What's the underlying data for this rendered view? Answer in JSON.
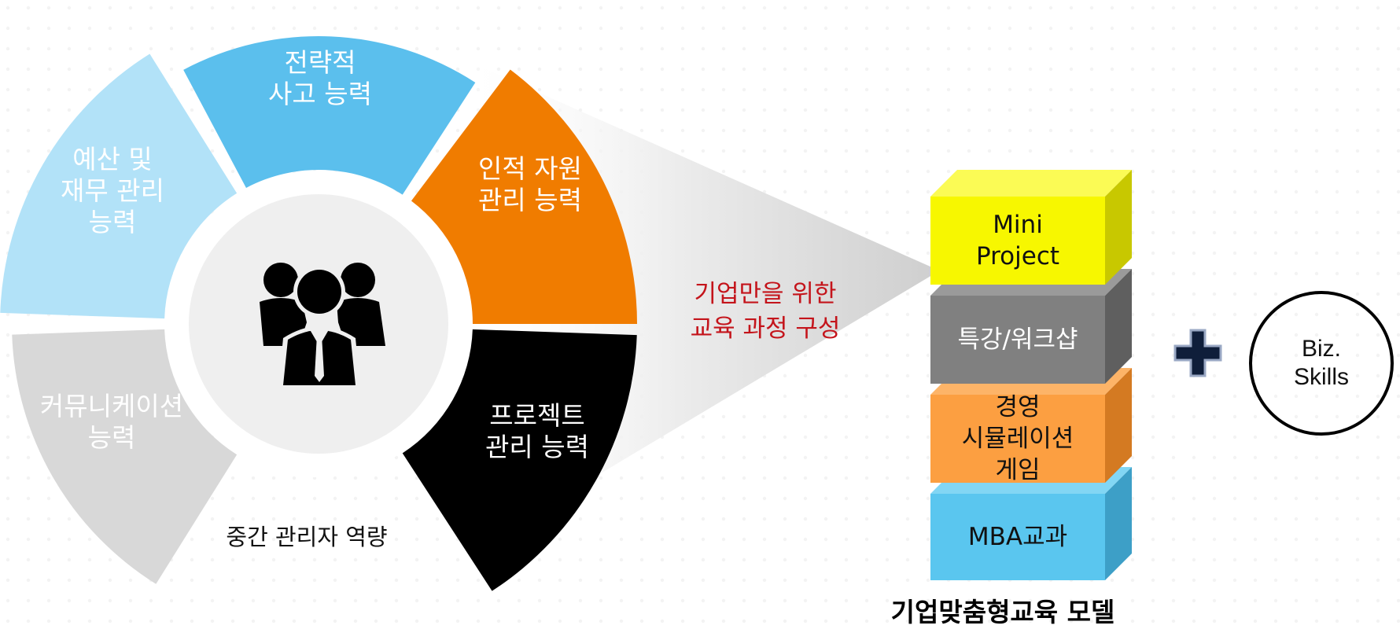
{
  "wheel": {
    "segments": [
      {
        "id": "strategic",
        "lines": [
          "전략적",
          "사고 능력"
        ],
        "color": "#5bbfed",
        "text_color": "#ffffff"
      },
      {
        "id": "hr",
        "lines": [
          "인적 자원",
          "관리 능력"
        ],
        "color": "#f07c00",
        "text_color": "#ffffff"
      },
      {
        "id": "project",
        "lines": [
          "프로젝트",
          "관리 능력"
        ],
        "color": "#000000",
        "text_color": "#ffffff"
      },
      {
        "id": "communication",
        "lines": [
          "커뮤니케이션",
          "능력"
        ],
        "color": "#d8d8d8",
        "text_color": "#ffffff"
      },
      {
        "id": "budget",
        "lines": [
          "예산 및",
          "재무 관리",
          "능력"
        ],
        "color": "#b2e2f8",
        "text_color": "#ffffff"
      }
    ],
    "center_icon": "business-people-icon",
    "caption": "중간 관리자 역량"
  },
  "middle_caption": [
    "기업만을 위한",
    "교육 과정 구성"
  ],
  "stack": {
    "blocks": [
      {
        "id": "mini-project",
        "lines": [
          "Mini",
          "Project"
        ],
        "front": "#f7f700",
        "side": "#c8c800",
        "top": "#fbfb55",
        "text_color": "#111111"
      },
      {
        "id": "workshop",
        "lines": [
          "특강/워크샵"
        ],
        "front": "#808080",
        "side": "#5f5f5f",
        "top": "#9a9a9a",
        "text_color": "#ffffff"
      },
      {
        "id": "simulation",
        "lines": [
          "경영",
          "시뮬레이션",
          "게임"
        ],
        "front": "#fc9f41",
        "side": "#d47a22",
        "top": "#fdb468",
        "text_color": "#111111"
      },
      {
        "id": "mba",
        "lines": [
          "MBA교과"
        ],
        "front": "#5ac6ef",
        "side": "#3d9fc7",
        "top": "#82d6f4",
        "text_color": "#111111"
      }
    ],
    "caption": "기업맞춤형교육 모델"
  },
  "plus_icon": "plus-icon",
  "skills_circle": [
    "Biz.",
    "Skills"
  ]
}
